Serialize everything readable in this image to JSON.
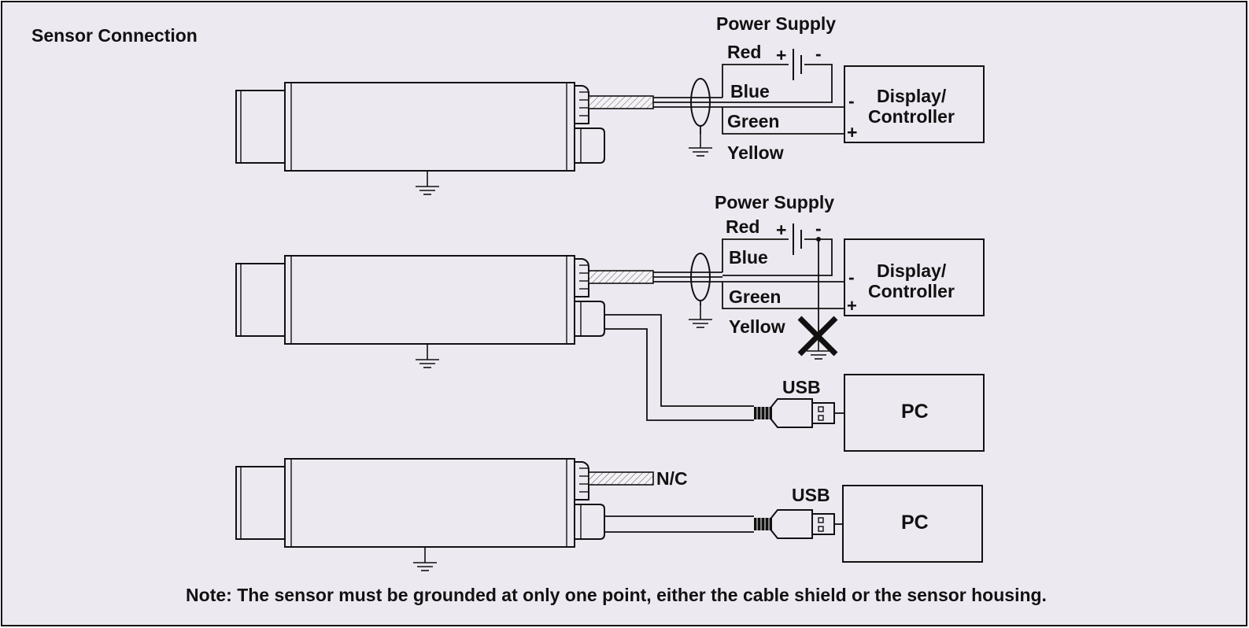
{
  "colors": {
    "background": "#ede9f1",
    "line": "#111111"
  },
  "diagram": {
    "title": "Sensor Connection",
    "note": "Note: The sensor must be grounded at only one point, either the cable shield or the sensor housing.",
    "panel1": {
      "power_supply": "Power Supply",
      "plus": "+",
      "minus": "-",
      "wire_red": "Red",
      "wire_blue": "Blue",
      "wire_green": "Green",
      "wire_yellow": "Yellow",
      "controller_line1": "Display/",
      "controller_line2": "Controller",
      "controller_minus": "-",
      "controller_plus": "+"
    },
    "panel2": {
      "power_supply": "Power Supply",
      "plus": "+",
      "minus": "-",
      "wire_red": "Red",
      "wire_blue": "Blue",
      "wire_green": "Green",
      "wire_yellow": "Yellow",
      "controller_line1": "Display/",
      "controller_line2": "Controller",
      "controller_minus": "-",
      "controller_plus": "+",
      "usb": "USB",
      "pc": "PC"
    },
    "panel3": {
      "nc": "N/C",
      "usb": "USB",
      "pc": "PC"
    }
  }
}
